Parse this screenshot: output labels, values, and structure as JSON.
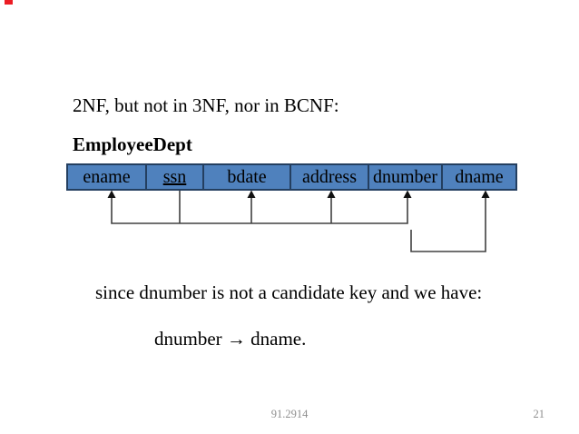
{
  "slide": {
    "title": "2NF, but not in 3NF, nor in BCNF:",
    "relation_name": "EmployeeDept",
    "note": "since dnumber is not a candidate key and we have:",
    "dependency_statement": "dnumber → dname."
  },
  "table": {
    "columns": [
      "ename",
      "ssn",
      "bdate",
      "address",
      "dnumber",
      "dname"
    ],
    "underlined_key": "ssn",
    "fill_color": "#4f81bd",
    "border_color": "#243f60"
  },
  "dependencies": [
    {
      "from": "ssn",
      "to": [
        "ename",
        "bdate",
        "address",
        "dnumber"
      ]
    },
    {
      "from": "dnumber",
      "to": [
        "dname"
      ]
    }
  ],
  "footer": {
    "course_code": "91.2914",
    "page_number": "21"
  },
  "decoration": {
    "red_mark_color": "#ec1c24",
    "arrow_line_color": "#404040"
  }
}
